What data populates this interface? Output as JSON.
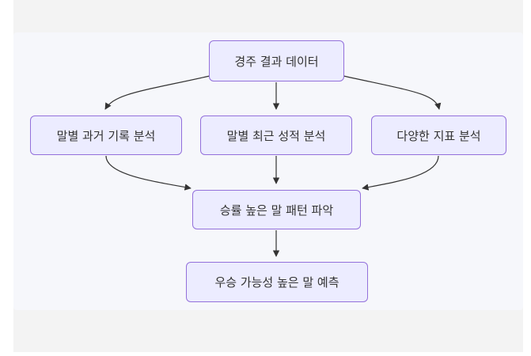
{
  "flowchart": {
    "nodes": {
      "race_results": "경주 결과 데이터",
      "past_records": "말별 과거 기록 분석",
      "recent_results": "말별 최근 성적 분석",
      "various_metrics": "다양한 지표 분석",
      "win_patterns": "승률 높은 말 패턴 파악",
      "prediction": "우승 가능성 높은 말 예측"
    },
    "edges": [
      [
        "race_results",
        "past_records"
      ],
      [
        "race_results",
        "recent_results"
      ],
      [
        "race_results",
        "various_metrics"
      ],
      [
        "past_records",
        "win_patterns"
      ],
      [
        "recent_results",
        "win_patterns"
      ],
      [
        "various_metrics",
        "win_patterns"
      ],
      [
        "win_patterns",
        "prediction"
      ]
    ]
  },
  "colors": {
    "node_fill": "#ececff",
    "node_border": "#9370db",
    "edge": "#333333",
    "canvas": "#f6f7fb"
  }
}
